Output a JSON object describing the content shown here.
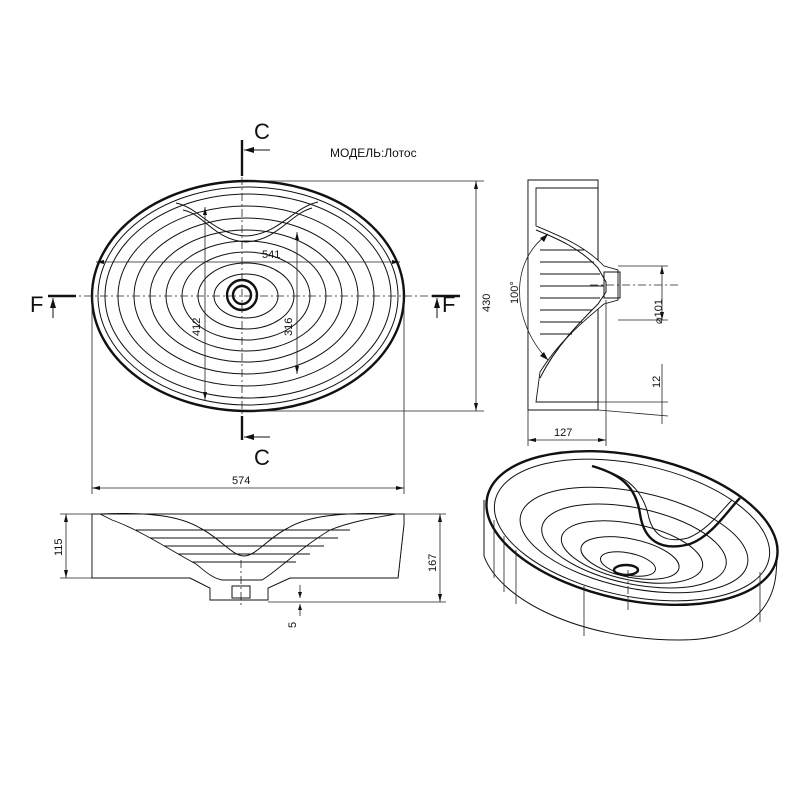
{
  "model_label": "МОДЕЛЬ:Лотос",
  "section_labels": {
    "c_top": "C",
    "c_bottom": "C",
    "f_left": "F",
    "f_right": "F"
  },
  "dimensions": {
    "inner_length": "541",
    "overall_width": "430",
    "bowl_width": "412",
    "inner_bowl_width": "316",
    "overall_length": "574",
    "height": "115",
    "total_height": "167",
    "drain_offset": "5",
    "side_width": "127",
    "drain_diameter": "⌀101",
    "wall_thickness": "12",
    "angle": "100°"
  },
  "views": [
    "top-view",
    "front-section-view",
    "side-section-view",
    "isometric-view"
  ]
}
